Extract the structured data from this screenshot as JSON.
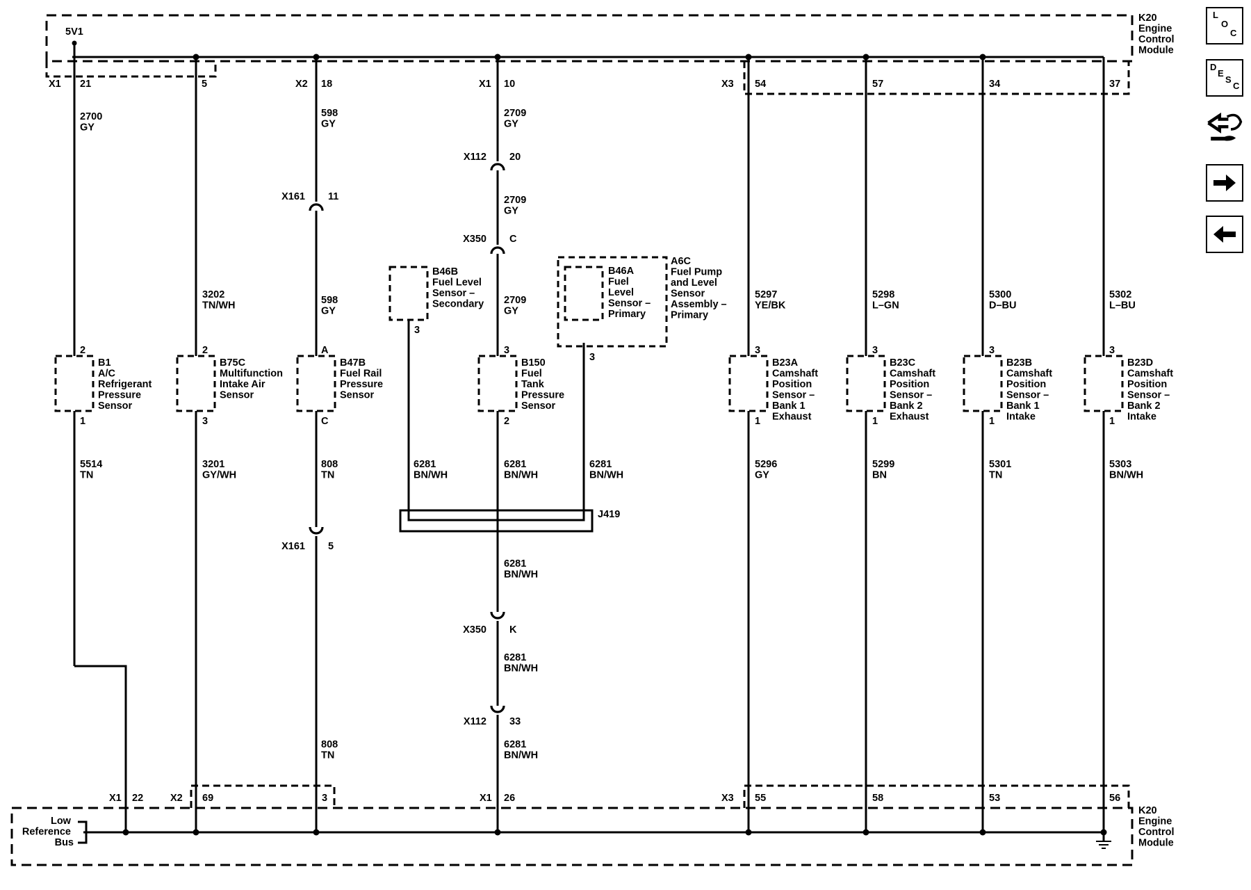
{
  "side_buttons": {
    "loc": [
      "L",
      "O",
      "C"
    ],
    "desc": [
      "D",
      "E",
      "S",
      "C"
    ]
  },
  "ecm_top": {
    "title": [
      "K20",
      "Engine",
      "Control",
      "Module"
    ],
    "supply": "5V1",
    "x1": "X1",
    "x2": "X2",
    "x3": "X3",
    "pins": {
      "p21": "21",
      "p5": "5",
      "p18": "18",
      "p10": "10",
      "p54": "54",
      "p57": "57",
      "p34": "34",
      "p37": "37"
    }
  },
  "ecm_bottom": {
    "title": [
      "K20",
      "Engine",
      "Control",
      "Module"
    ],
    "bus": [
      "Low",
      "Reference",
      "Bus"
    ],
    "x1": "X1",
    "x2": "X2",
    "x3": "X3",
    "pins": {
      "p22": "22",
      "p69": "69",
      "p3": "3",
      "p26": "26",
      "p55": "55",
      "p58": "58",
      "p53": "53",
      "p56": "56"
    }
  },
  "wires": {
    "w2700": [
      "2700",
      "GY"
    ],
    "w5514": [
      "5514",
      "TN"
    ],
    "w3202": [
      "3202",
      "TN/WH"
    ],
    "w3201": [
      "3201",
      "GY/WH"
    ],
    "w598a": [
      "598",
      "GY"
    ],
    "w598b": [
      "598",
      "GY"
    ],
    "w808a": [
      "808",
      "TN"
    ],
    "w808b": [
      "808",
      "TN"
    ],
    "w2709a": [
      "2709",
      "GY"
    ],
    "w2709b": [
      "2709",
      "GY"
    ],
    "w2709c": [
      "2709",
      "GY"
    ],
    "w6281a": [
      "6281",
      "BN/WH"
    ],
    "w6281b": [
      "6281",
      "BN/WH"
    ],
    "w6281c": [
      "6281",
      "BN/WH"
    ],
    "w6281d": [
      "6281",
      "BN/WH"
    ],
    "w6281e": [
      "6281",
      "BN/WH"
    ],
    "w6281f": [
      "6281",
      "BN/WH"
    ],
    "w5297": [
      "5297",
      "YE/BK"
    ],
    "w5296": [
      "5296",
      "GY"
    ],
    "w5298": [
      "5298",
      "L–GN"
    ],
    "w5299": [
      "5299",
      "BN"
    ],
    "w5300": [
      "5300",
      "D–BU"
    ],
    "w5301": [
      "5301",
      "TN"
    ],
    "w5302": [
      "5302",
      "L–BU"
    ],
    "w5303": [
      "5303",
      "BN/WH"
    ]
  },
  "connectors": {
    "x161_11": [
      "X161",
      "11"
    ],
    "x161_5": [
      "X161",
      "5"
    ],
    "x112_20": [
      "X112",
      "20"
    ],
    "x112_33": [
      "X112",
      "33"
    ],
    "x350_c": [
      "X350",
      "C"
    ],
    "x350_k": [
      "X350",
      "K"
    ]
  },
  "splice": "J419",
  "components": {
    "b1": {
      "lines": [
        "B1",
        "A/C",
        "Refrigerant",
        "Pressure",
        "Sensor"
      ],
      "top": "2",
      "bottom": "1"
    },
    "b75c": {
      "lines": [
        "B75C",
        "Multifunction",
        "Intake Air",
        "Sensor"
      ],
      "top": "2",
      "bottom": "3"
    },
    "b47b": {
      "lines": [
        "B47B",
        "Fuel Rail",
        "Pressure",
        "Sensor"
      ],
      "top": "A",
      "bottom": "C"
    },
    "b150": {
      "lines": [
        "B150",
        "Fuel",
        "Tank",
        "Pressure",
        "Sensor"
      ],
      "top": "3",
      "bottom": "2"
    },
    "b46b": {
      "lines": [
        "B46B",
        "Fuel Level",
        "Sensor –",
        "Secondary"
      ],
      "pin": "3"
    },
    "b46a": {
      "lines": [
        "B46A",
        "Fuel",
        "Level",
        "Sensor –",
        "Primary"
      ],
      "pin": "3"
    },
    "a6c": {
      "lines": [
        "A6C",
        "Fuel Pump",
        "and Level",
        "Sensor",
        "Assembly –",
        "Primary"
      ]
    },
    "b23a": {
      "lines": [
        "B23A",
        "Camshaft",
        "Position",
        "Sensor –",
        "Bank 1",
        "Exhaust"
      ],
      "top": "3",
      "bottom": "1"
    },
    "b23c": {
      "lines": [
        "B23C",
        "Camshaft",
        "Position",
        "Sensor –",
        "Bank 2",
        "Exhaust"
      ],
      "top": "3",
      "bottom": "1"
    },
    "b23b": {
      "lines": [
        "B23B",
        "Camshaft",
        "Position",
        "Sensor –",
        "Bank 1",
        "Intake"
      ],
      "top": "3",
      "bottom": "1"
    },
    "b23d": {
      "lines": [
        "B23D",
        "Camshaft",
        "Position",
        "Sensor –",
        "Bank 2",
        "Intake"
      ],
      "top": "3",
      "bottom": "1"
    }
  }
}
